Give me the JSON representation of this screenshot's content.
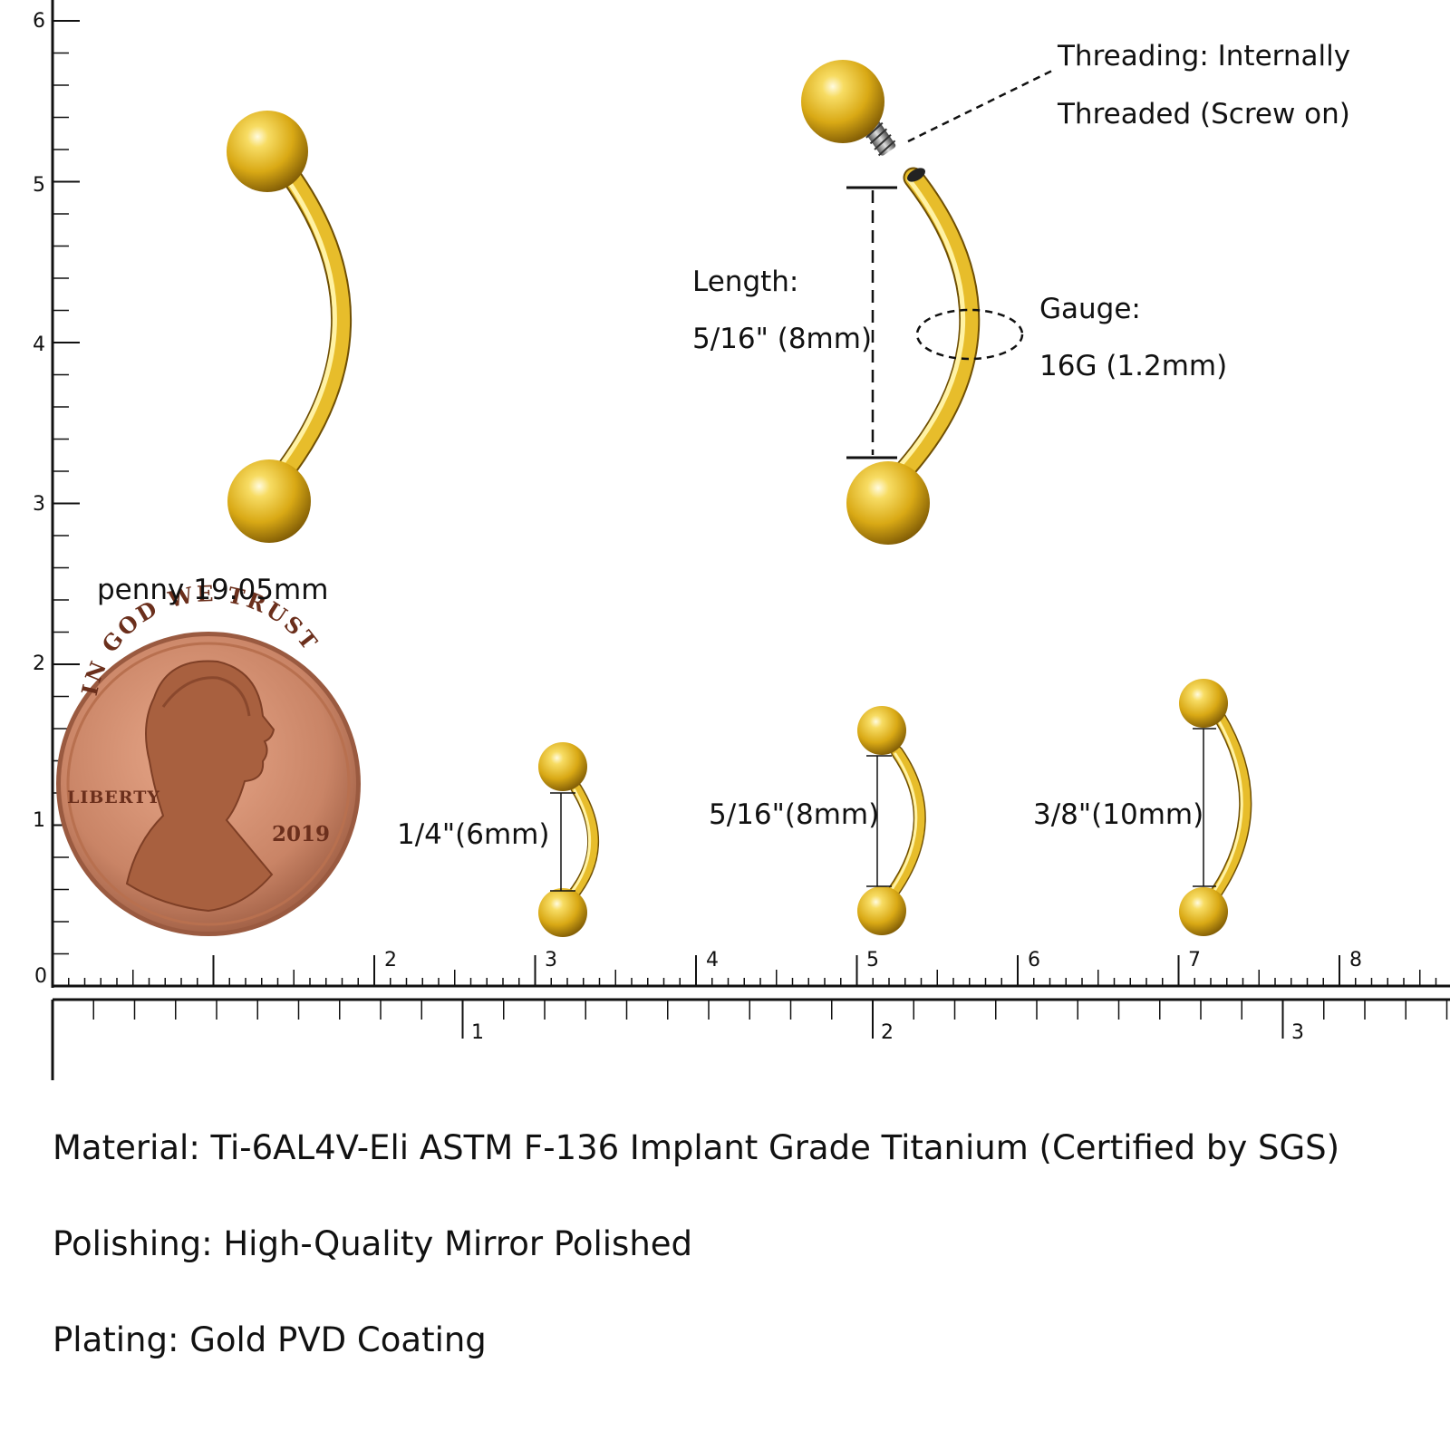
{
  "rulers": {
    "vertical_cm": [
      "0",
      "1",
      "2",
      "3",
      "4",
      "5",
      "6"
    ],
    "horizontal_cm": [
      "2",
      "3",
      "4",
      "5",
      "6",
      "7",
      "8"
    ],
    "horizontal_inch": [
      "1",
      "2",
      "3"
    ]
  },
  "callouts": {
    "threading_line1": "Threading: Internally",
    "threading_line2": "Threaded (Screw on)",
    "length_title": "Length:",
    "length_value": "5/16\" (8mm)",
    "gauge_title": "Gauge:",
    "gauge_value": "16G (1.2mm)",
    "penny": "penny 19.05mm"
  },
  "penny": {
    "motto": "IN GOD WE TRUST",
    "liberty": "LIBERTY",
    "year": "2019"
  },
  "sizes": [
    {
      "label": "1/4\"(6mm)"
    },
    {
      "label": "5/16\"(8mm)"
    },
    {
      "label": "3/8\"(10mm)"
    }
  ],
  "specs": {
    "material": "Material: Ti-6AL4V-Eli ASTM F-136 Implant Grade Titanium (Certified by SGS)",
    "polishing": "Polishing: High-Quality Mirror Polished",
    "plating": "Plating: Gold PVD Coating"
  },
  "colors": {
    "gold_light": "#fff1a6",
    "gold_mid": "#e2b61c",
    "gold_dark": "#8a6508",
    "copper": "#c98466"
  }
}
